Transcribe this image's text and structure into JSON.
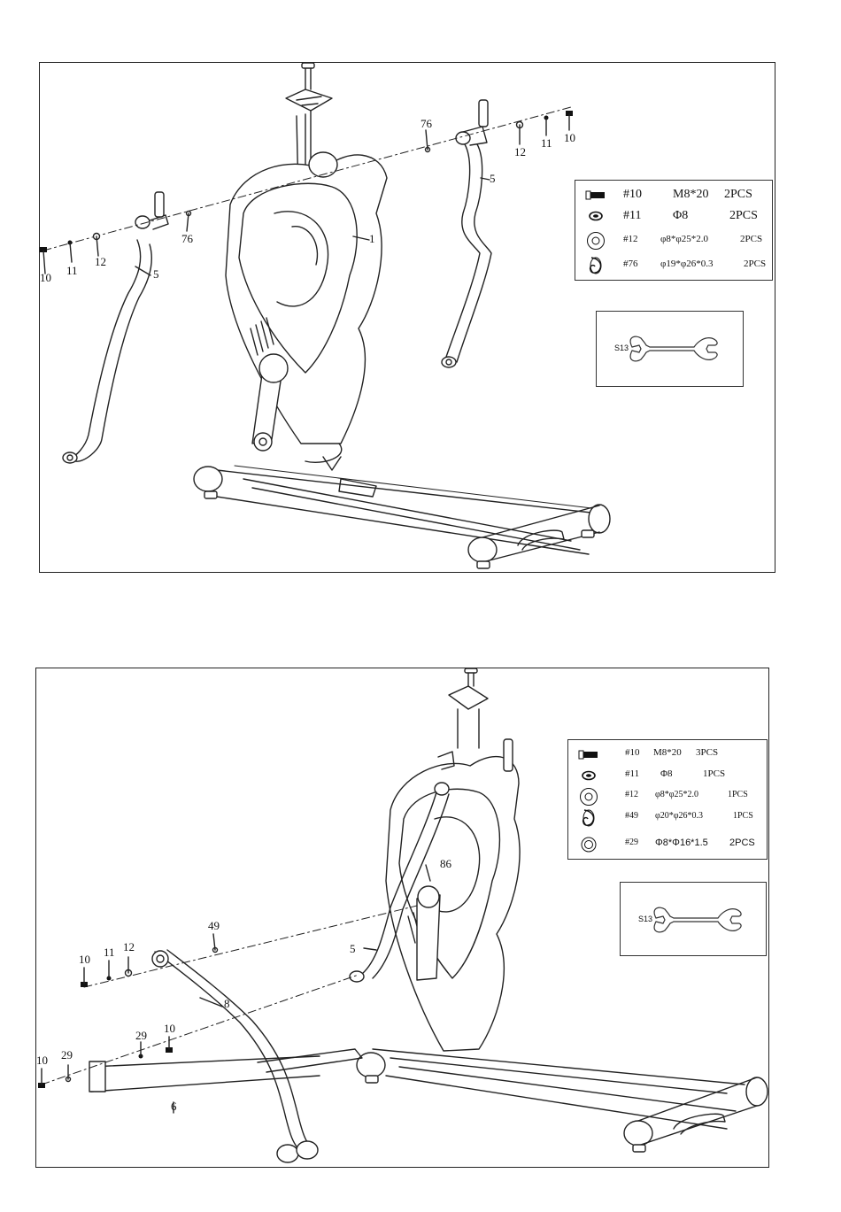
{
  "step1": {
    "parts_table": [
      {
        "icon": "bolt-icon",
        "code": "#10",
        "spec": "M8*20",
        "qty": "2PCS"
      },
      {
        "icon": "spring-washer-icon",
        "code": "#11",
        "spec": "Φ8",
        "qty": "2PCS"
      },
      {
        "icon": "flat-washer-icon",
        "code": "#12",
        "spec": "φ8*φ25*2.0",
        "qty": "2PCS"
      },
      {
        "icon": "wave-washer-icon",
        "code": "#76",
        "spec": "φ19*φ26*0.3",
        "qty": "2PCS"
      }
    ],
    "tool_label": "S13",
    "callouts": {
      "c10a": "10",
      "c11a": "11",
      "c12a": "12",
      "c76a": "76",
      "c5a": "5",
      "c1": "1",
      "c76b": "76",
      "c12b": "12",
      "c11b": "11",
      "c10b": "10",
      "c5b": "5"
    }
  },
  "step2": {
    "parts_table": [
      {
        "icon": "bolt-icon",
        "code": "#10",
        "spec": "M8*20",
        "qty": "3PCS"
      },
      {
        "icon": "spring-washer-icon",
        "code": "#11",
        "spec": "Φ8",
        "qty": "1PCS"
      },
      {
        "icon": "flat-washer-icon",
        "code": "#12",
        "spec": "φ8*φ25*2.0",
        "qty": "1PCS"
      },
      {
        "icon": "wave-washer-icon",
        "code": "#49",
        "spec": "φ20*φ26*0.3",
        "qty": "1PCS"
      },
      {
        "icon": "flat-washer-icon",
        "code": "#29",
        "spec": "Φ8*Φ16*1.5",
        "qty": "2PCS"
      }
    ],
    "tool_label": "S13",
    "callouts": {
      "c86": "86",
      "c49": "49",
      "c10a": "10",
      "c11": "11",
      "c12": "12",
      "c5": "5",
      "c8": "8",
      "c29a": "29",
      "c10b": "10",
      "c10c": "10",
      "c29b": "29",
      "c6": "6"
    }
  }
}
